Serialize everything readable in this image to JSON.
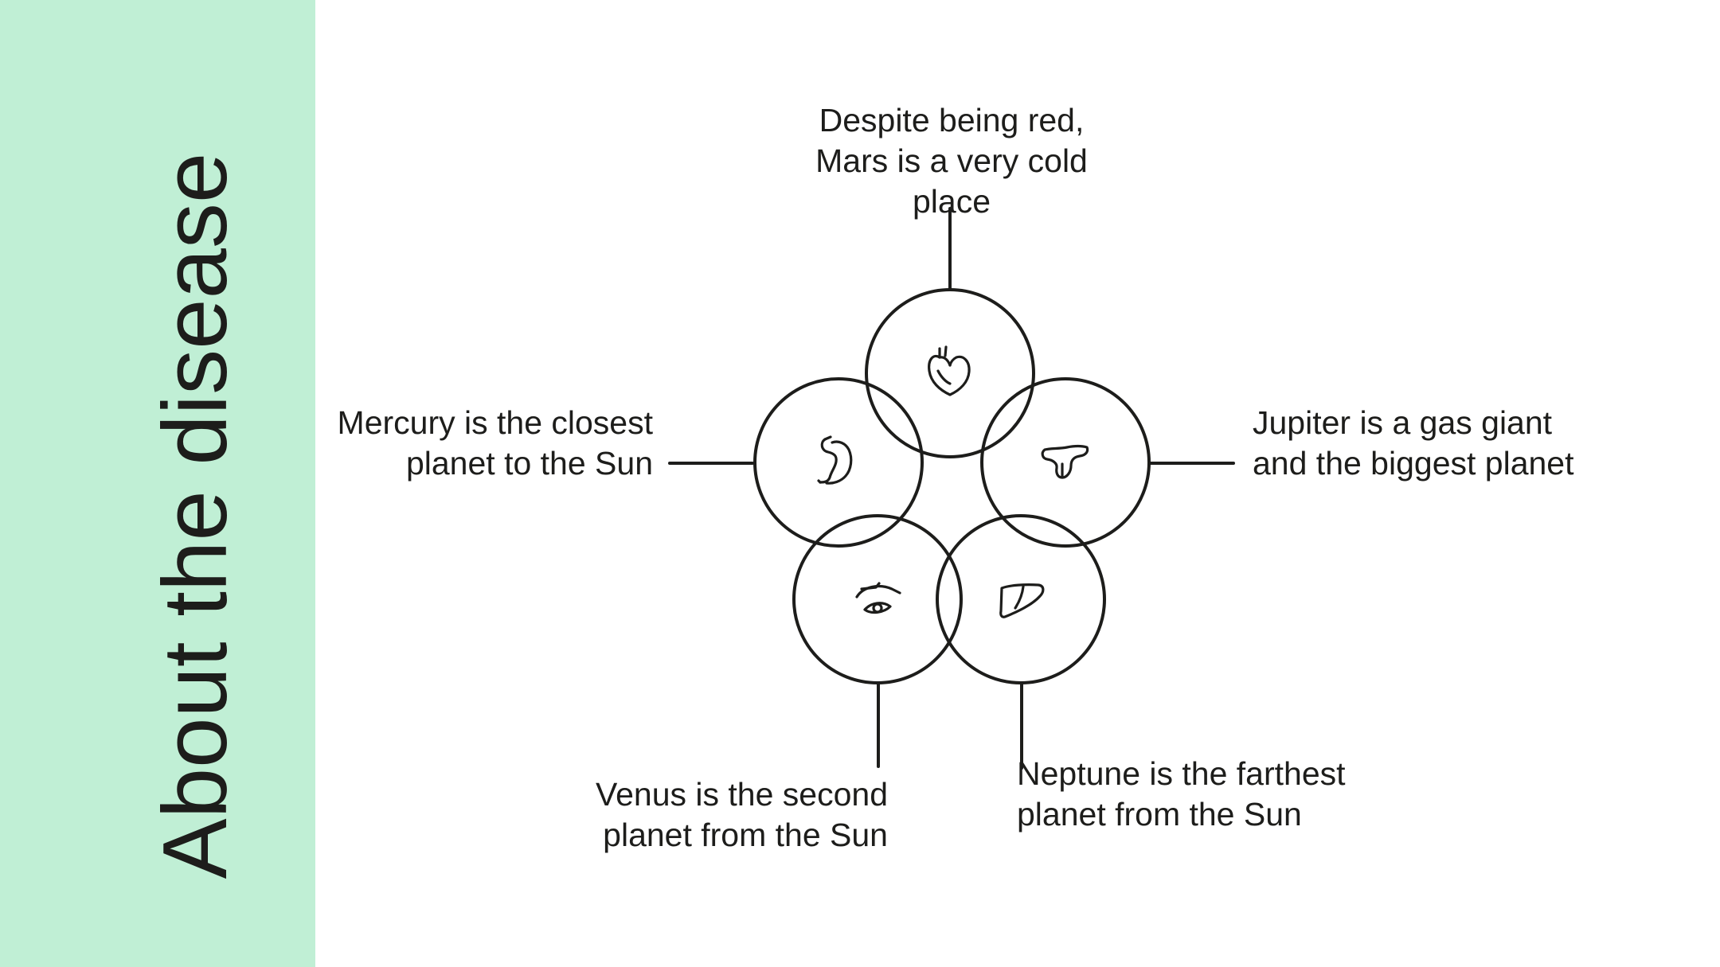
{
  "title": "About the disease",
  "colors": {
    "sidebar": "#c0efd5",
    "ink": "#1d1d1b",
    "background": "#ffffff"
  },
  "nodes": [
    {
      "id": "top",
      "icon": "heart-icon",
      "text": "Despite being red, Mars is a very cold place"
    },
    {
      "id": "left",
      "icon": "stomach-icon",
      "text": "Mercury is the closest planet to the Sun"
    },
    {
      "id": "right",
      "icon": "pancreas-icon",
      "text": "Jupiter is a gas giant and the biggest planet"
    },
    {
      "id": "bottom-left",
      "icon": "eye-icon",
      "text": "Venus is the second planet from the Sun"
    },
    {
      "id": "bottom-right",
      "icon": "liver-icon",
      "text": "Neptune is the farthest planet from the Sun"
    }
  ]
}
